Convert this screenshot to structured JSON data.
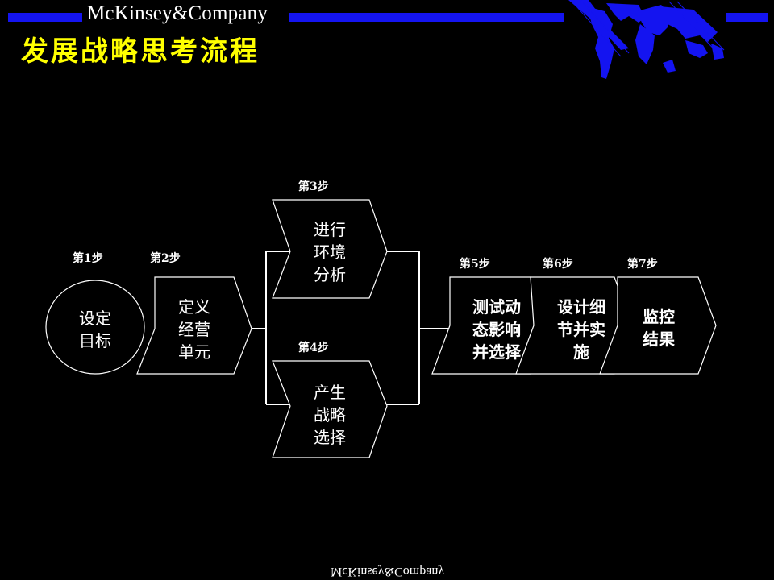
{
  "header": {
    "brand": "McKinsey&Company",
    "title": "发展战略思考流程",
    "accent_color": "#1414f0",
    "title_color": "#ffff00",
    "logo": "world-map-icon"
  },
  "steps": [
    {
      "label": "第1步",
      "lines": [
        "设定",
        "目标"
      ]
    },
    {
      "label": "第2步",
      "lines": [
        "定义",
        "经营",
        "单元"
      ]
    },
    {
      "label": "第3步",
      "lines": [
        "进行",
        "环境",
        "分析"
      ]
    },
    {
      "label": "第4步",
      "lines": [
        "产生",
        "战略",
        "选择"
      ]
    },
    {
      "label": "第5步",
      "lines": [
        "测试动",
        "态影响",
        "并选择"
      ]
    },
    {
      "label": "第6步",
      "lines": [
        "设计细",
        "节并实",
        "施"
      ]
    },
    {
      "label": "第7步",
      "lines": [
        "监控",
        "结果"
      ]
    }
  ],
  "footer": {
    "mirrored_brand": "McKinsey&Company"
  }
}
